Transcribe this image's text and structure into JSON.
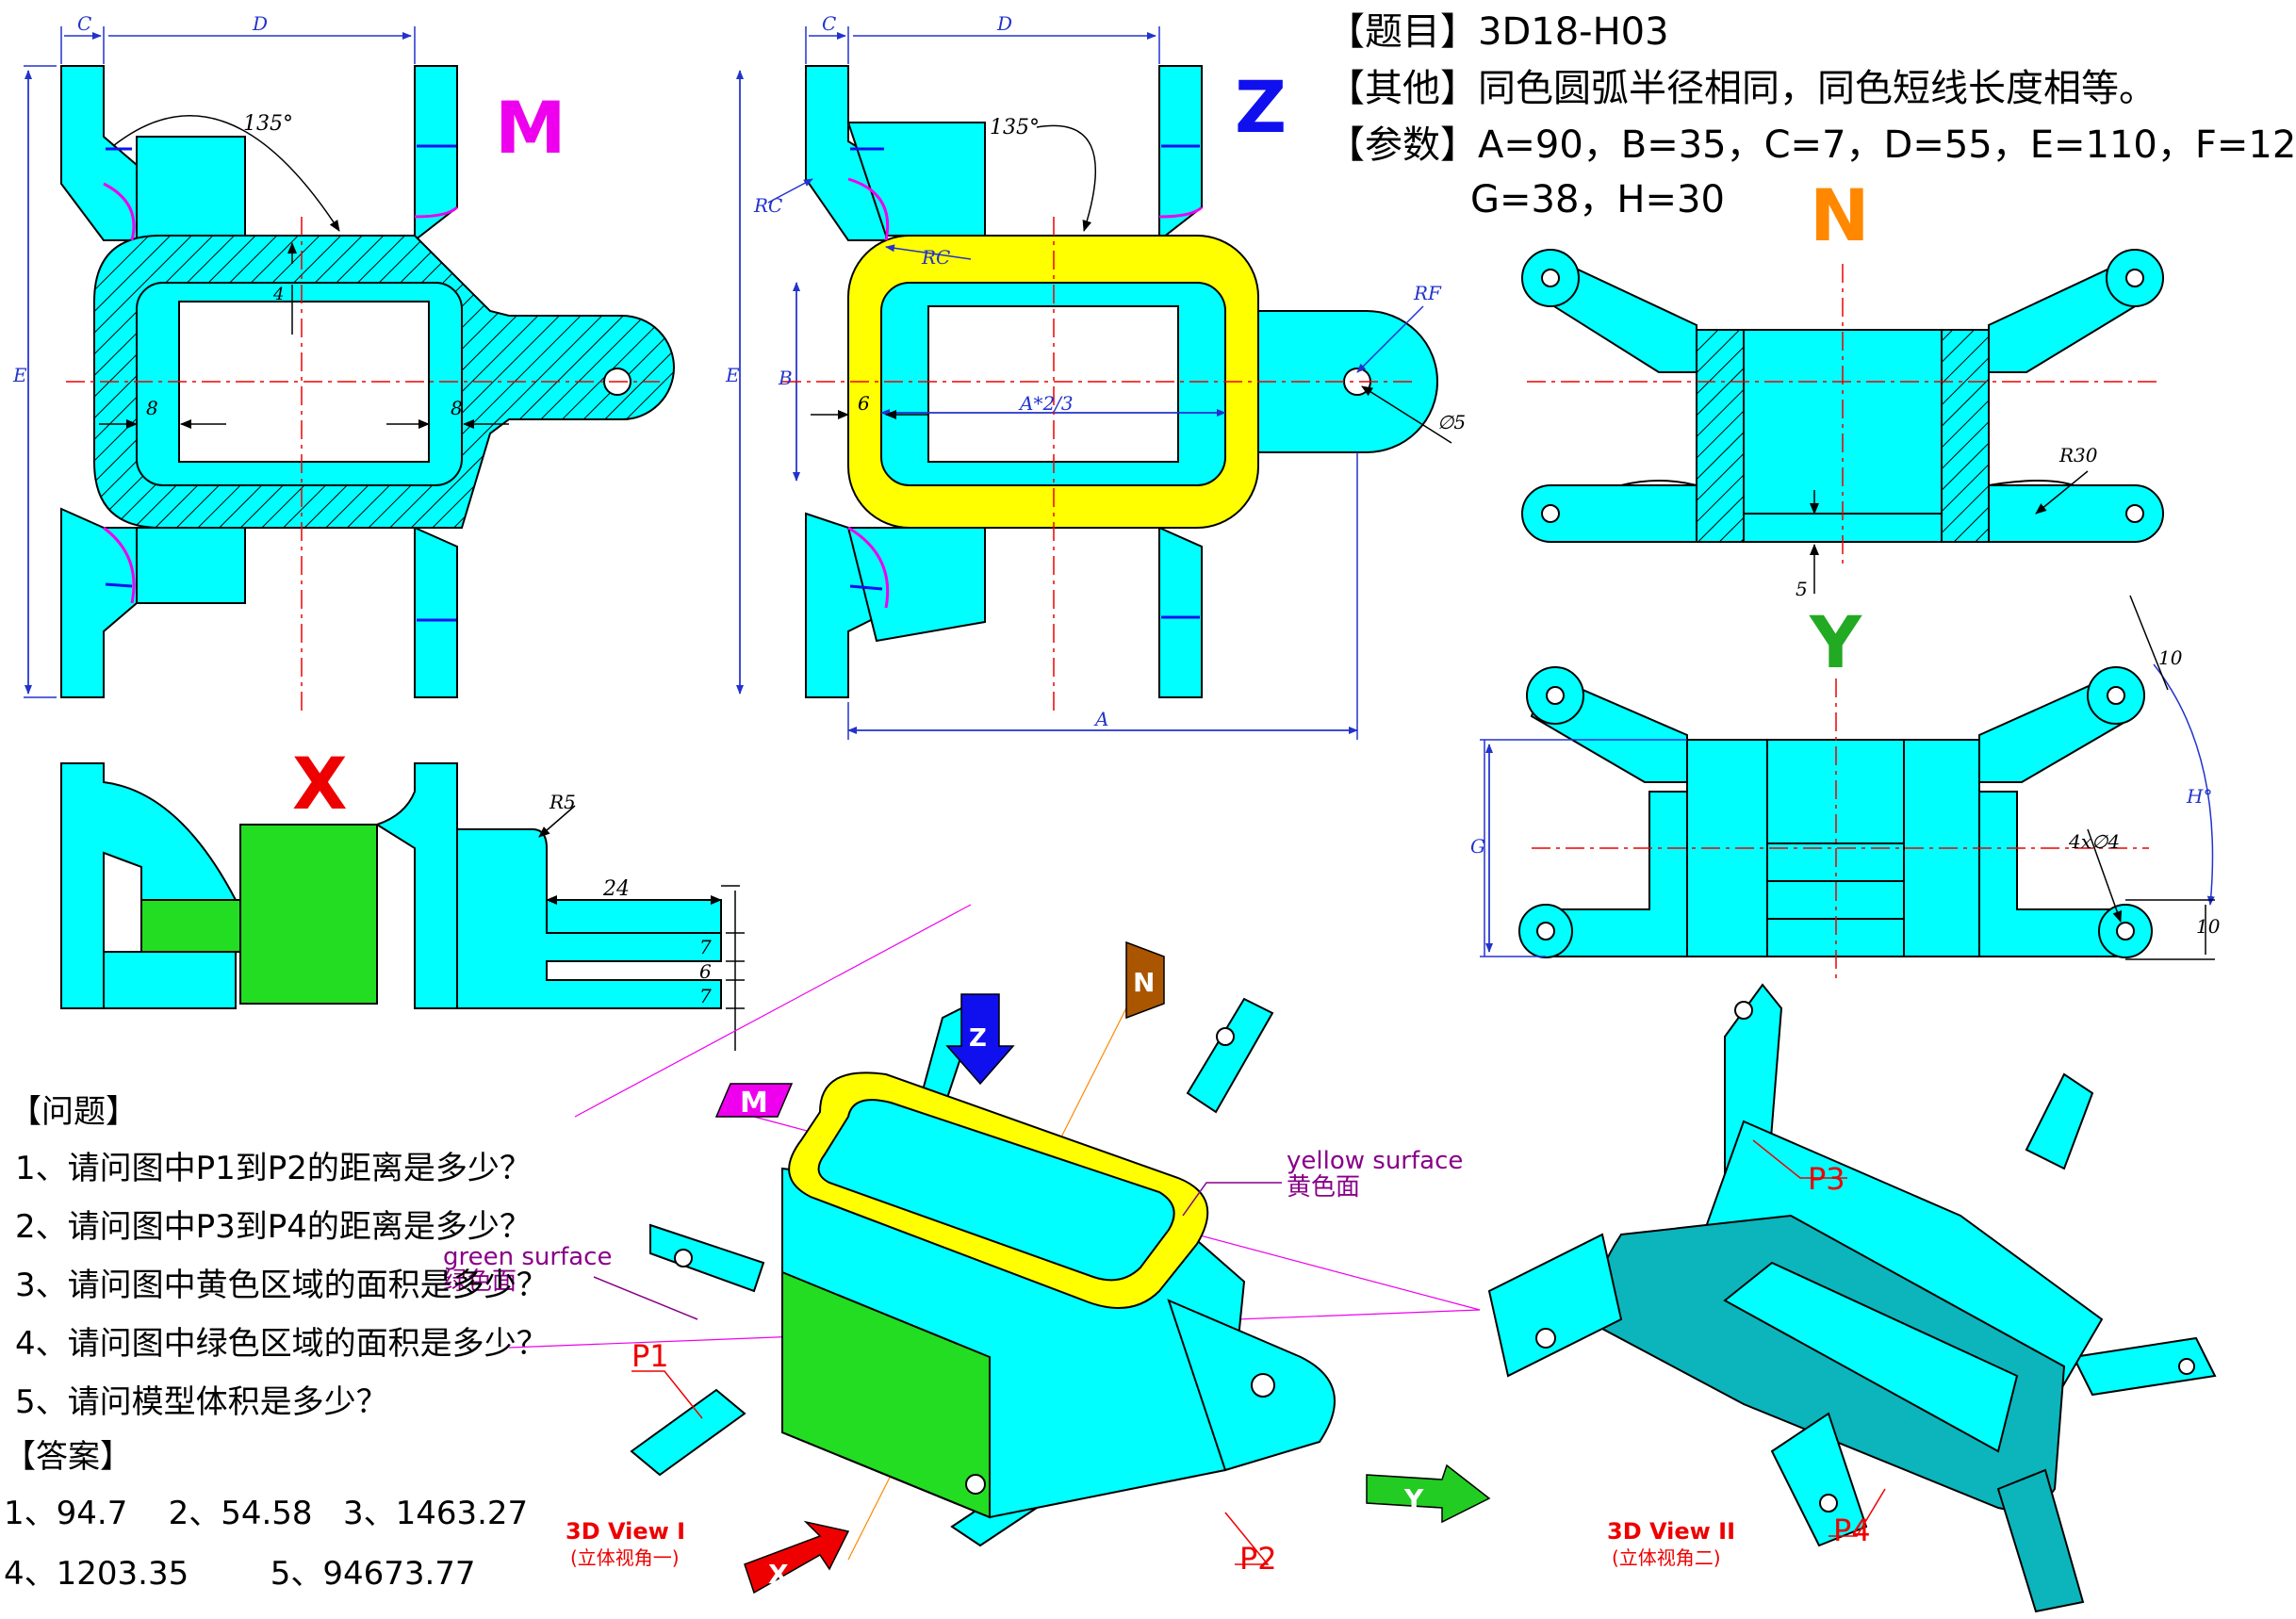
{
  "header": {
    "title_label": "【题目】",
    "title_value": "3D18-H03",
    "other_label": "【其他】",
    "other_value": "同色圆弧半径相同，同色短线长度相等。",
    "params_label": "【参数】",
    "params_line1": "A=90，B=35，C=7，D=55，E=110，F=12",
    "params_line2": "G=38，H=30"
  },
  "questions": {
    "heading": "【问题】",
    "items": [
      "1、请问图中P1到P2的距离是多少？",
      "2、请问图中P3到P4的距离是多少？",
      "3、请问图中黄色区域的面积是多少？",
      "4、请问图中绿色区域的面积是多少？",
      "5、请问模型体积是多少？"
    ]
  },
  "answers": {
    "heading": "【答案】",
    "line1": "1、94.7    2、54.58   3、1463.27",
    "line2": "4、1203.35        5、94673.77"
  },
  "views": {
    "m": "M",
    "z": "Z",
    "n": "N",
    "y": "Y",
    "x": "X",
    "view1_title": "3D View I",
    "view1_sub": "(立体视角一)",
    "view2_title": "3D View II",
    "view2_sub": "(立体视角二)"
  },
  "callouts": {
    "p1": "P1",
    "p2": "P2",
    "p3": "P3",
    "p4": "P4",
    "yellow_en": "yellow surface",
    "yellow_cn": "黄色面",
    "green_en": "green surface",
    "green_cn": "绿色面"
  },
  "dims": {
    "c": "C",
    "d": "D",
    "e": "E",
    "b": "B",
    "a": "A",
    "g": "G",
    "angle135": "135°",
    "four": "4",
    "eight": "8",
    "six": "6",
    "rc": "RC",
    "rf": "RF",
    "a23": "A*2/3",
    "dia5": "∅5",
    "r30": "R30",
    "five": "5",
    "ten": "10",
    "hdeg": "H°",
    "holes": "4x∅4",
    "r5": "R5",
    "d24": "24",
    "d7": "7",
    "d6": "6"
  },
  "colors": {
    "cyan": "#00ffff",
    "yellow": "#ffff00",
    "green": "#22dd22",
    "magenta": "#ee00ee",
    "blue": "#1010ee",
    "orange": "#ff8800",
    "dim_blue": "#2233cc",
    "callout": "#ee0000",
    "edge": "#000000"
  }
}
